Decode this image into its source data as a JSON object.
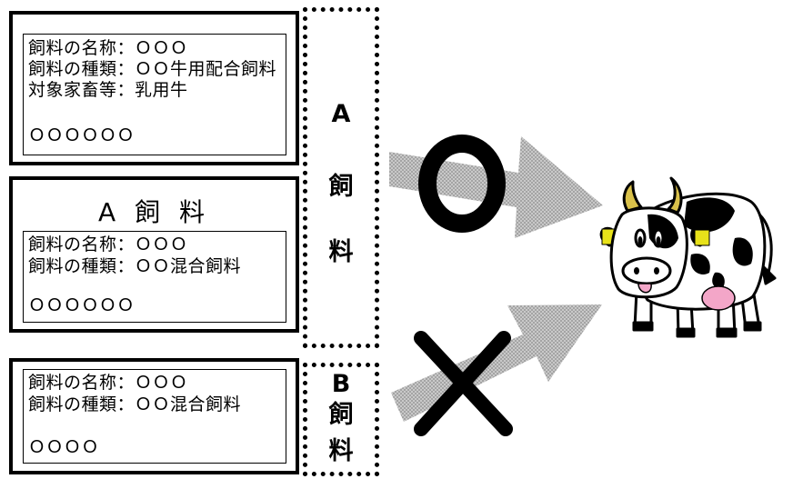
{
  "box1": {
    "lines": [
      "飼料の名称：ＯＯＯ",
      "飼料の種類：ＯＯ牛用配合飼料",
      "対象家畜等：乳用牛"
    ],
    "footer": "ＯＯＯＯＯＯ"
  },
  "box2": {
    "heading": "A 飼 料",
    "lines": [
      "飼料の名称：ＯＯＯ",
      "飼料の種類：ＯＯ混合飼料"
    ],
    "footer": "ＯＯＯＯＯＯ"
  },
  "box3": {
    "lines": [
      "飼料の名称：ＯＯＯ",
      "飼料の種類：ＯＯ混合飼料"
    ],
    "footer": "ＯＯＯＯ"
  },
  "band_a": {
    "chars": [
      "A",
      "飼",
      "料"
    ]
  },
  "band_b": {
    "chars": [
      "B",
      "飼",
      "料"
    ]
  },
  "marks": {
    "ok_icon": "circle-mark",
    "ng_icon": "cross-mark"
  },
  "colors": {
    "arrow": "#b3b3b3",
    "tag": "#e8e21a",
    "udder": "#f3a6c8",
    "horn": "#d9c14a"
  }
}
